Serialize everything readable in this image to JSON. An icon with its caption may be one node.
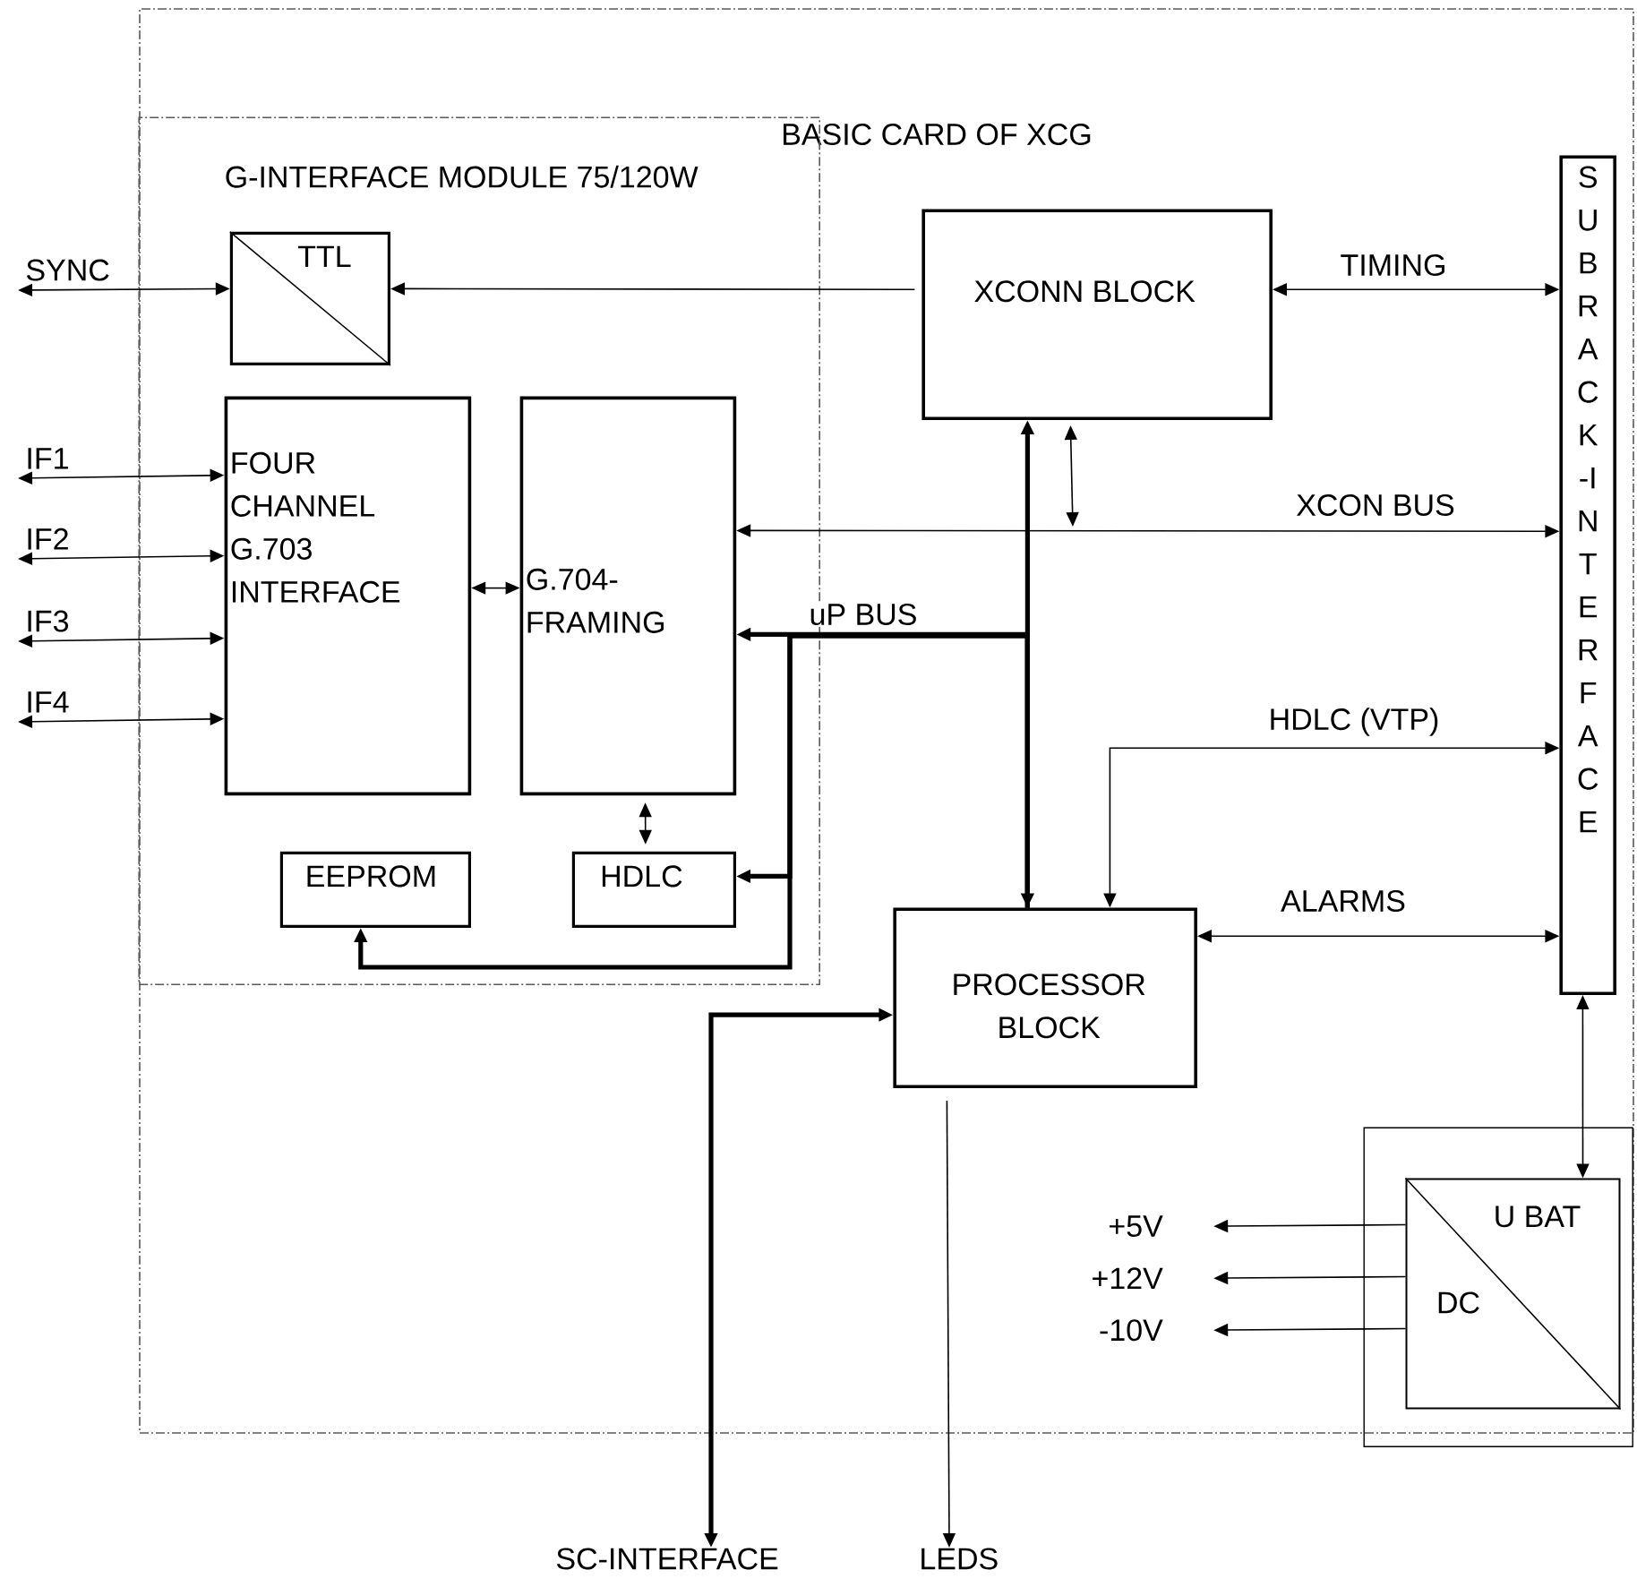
{
  "diagram": {
    "nodes": [
      {
        "text": [
          "BASIC CARD OF XCG"
        ]
      },
      {
        "text": [
          "G-INTERFACE MODULE 75/120W"
        ],
        "in": 0
      },
      {
        "text": [
          "TTL"
        ],
        "in": 1
      },
      {
        "text": [
          "FOUR CHANNEL G.703 INTERFACE"
        ],
        "in": 1
      },
      {
        "text": [
          "G.704-FRAMING"
        ],
        "in": 1
      },
      {
        "text": [
          "EEPROM"
        ],
        "in": 1
      },
      {
        "text": [
          "HDLC"
        ],
        "in": 1
      },
      {
        "text": [
          "XCONN BLOCK"
        ],
        "in": 0
      },
      {
        "text": [
          "SUBRACK-INTERFACE"
        ],
        "in": 0
      },
      {
        "text": [
          "PROCESSOR BLOCK"
        ],
        "in": 0
      },
      {
        "text": [],
        "shape": "box",
        "in": 0
      },
      {
        "text": [
          "U BAT",
          "DC"
        ],
        "in": 10
      },
      {
        "text": [
          "SYNC"
        ]
      },
      {
        "text": [
          "IF1"
        ]
      },
      {
        "text": [
          "IF2"
        ]
      },
      {
        "text": [
          "IF3"
        ]
      },
      {
        "text": [
          "IF4"
        ]
      },
      {
        "text": [
          "SC-INTERFACE"
        ]
      },
      {
        "text": [
          "LEDS"
        ]
      },
      {
        "text": [
          "+5V"
        ],
        "in": 0
      },
      {
        "text": [
          "+12V"
        ],
        "in": 0
      },
      {
        "text": [
          "-10V"
        ],
        "in": 0
      }
    ],
    "edges": [
      {
        "from": 12,
        "to": 2,
        "arrow": "both"
      },
      {
        "from": 13,
        "to": 3,
        "arrow": "both"
      },
      {
        "from": 14,
        "to": 3,
        "arrow": "both"
      },
      {
        "from": 15,
        "to": 3,
        "arrow": "both"
      },
      {
        "from": 16,
        "to": 3,
        "arrow": "both"
      },
      {
        "from": 3,
        "to": 4,
        "arrow": "both"
      },
      {
        "from": 7,
        "to": 2,
        "arrow": "to"
      },
      {
        "from": 7,
        "to": 8,
        "arrow": "both",
        "label": "TIMING"
      },
      {
        "from": 4,
        "to": 8,
        "arrow": "both",
        "label": "XCON BUS"
      },
      {
        "from": 7,
        "to": null,
        "arrow": "both"
      },
      {
        "from": 9,
        "to": 4,
        "arrow": "to",
        "label": "uP  BUS",
        "style": "thick"
      },
      {
        "from": 7,
        "to": 9,
        "arrow": "both",
        "style": "thick"
      },
      {
        "from": 9,
        "to": 6,
        "arrow": "to",
        "style": "thick"
      },
      {
        "from": 9,
        "to": 5,
        "arrow": "to",
        "style": "thick"
      },
      {
        "from": 4,
        "to": 6,
        "arrow": "both"
      },
      {
        "from": 9,
        "to": 8,
        "arrow": "both",
        "label": "HDLC (VTP)"
      },
      {
        "from": 9,
        "to": 8,
        "arrow": "both",
        "label": "ALARMS"
      },
      {
        "from": 8,
        "to": 11,
        "arrow": "both"
      },
      {
        "from": 9,
        "to": 17,
        "arrow": "both",
        "style": "thick"
      },
      {
        "from": 9,
        "to": 18,
        "arrow": "to"
      },
      {
        "from": 11,
        "to": 19,
        "arrow": "to"
      },
      {
        "from": 11,
        "to": 20,
        "arrow": "to"
      },
      {
        "from": 11,
        "to": 21,
        "arrow": "to"
      }
    ]
  }
}
